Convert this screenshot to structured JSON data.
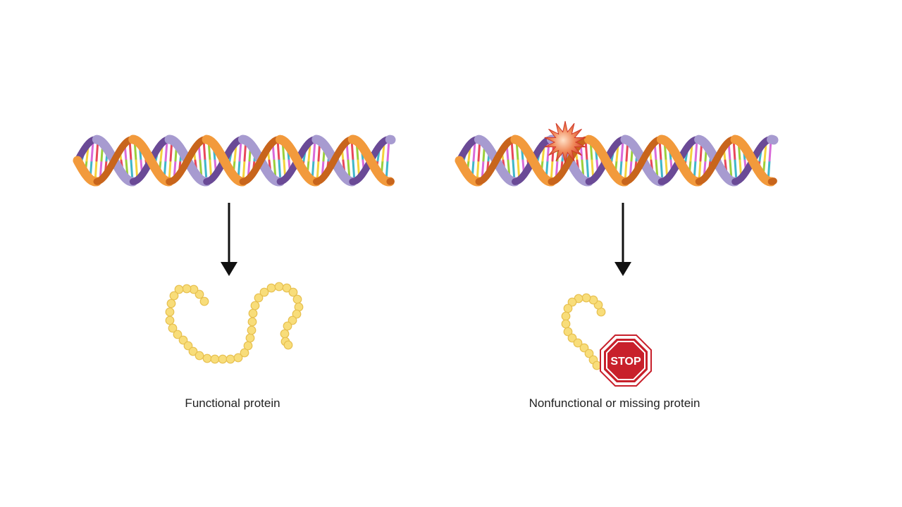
{
  "panels": [
    {
      "caption": "Functional protein",
      "mutation": false
    },
    {
      "caption": "Nonfunctional or missing protein",
      "mutation": true,
      "stop_sign_label": "STOP"
    }
  ],
  "colors": {
    "strand_orange": "#f29a3c",
    "strand_lavender": "#a79bd0",
    "strand_purple": "#6a4a96",
    "base_pairs": [
      "#e8475a",
      "#9bcf3b",
      "#3fb6c8",
      "#f4d23c",
      "#d96ad9"
    ],
    "protein_bead": "#f8dd7a",
    "protein_bead_edge": "#e7c04f",
    "arrow": "#111111",
    "stop_sign": "#c8202b",
    "mutation_burst": "#e24d33",
    "caption_text": "#222222"
  }
}
